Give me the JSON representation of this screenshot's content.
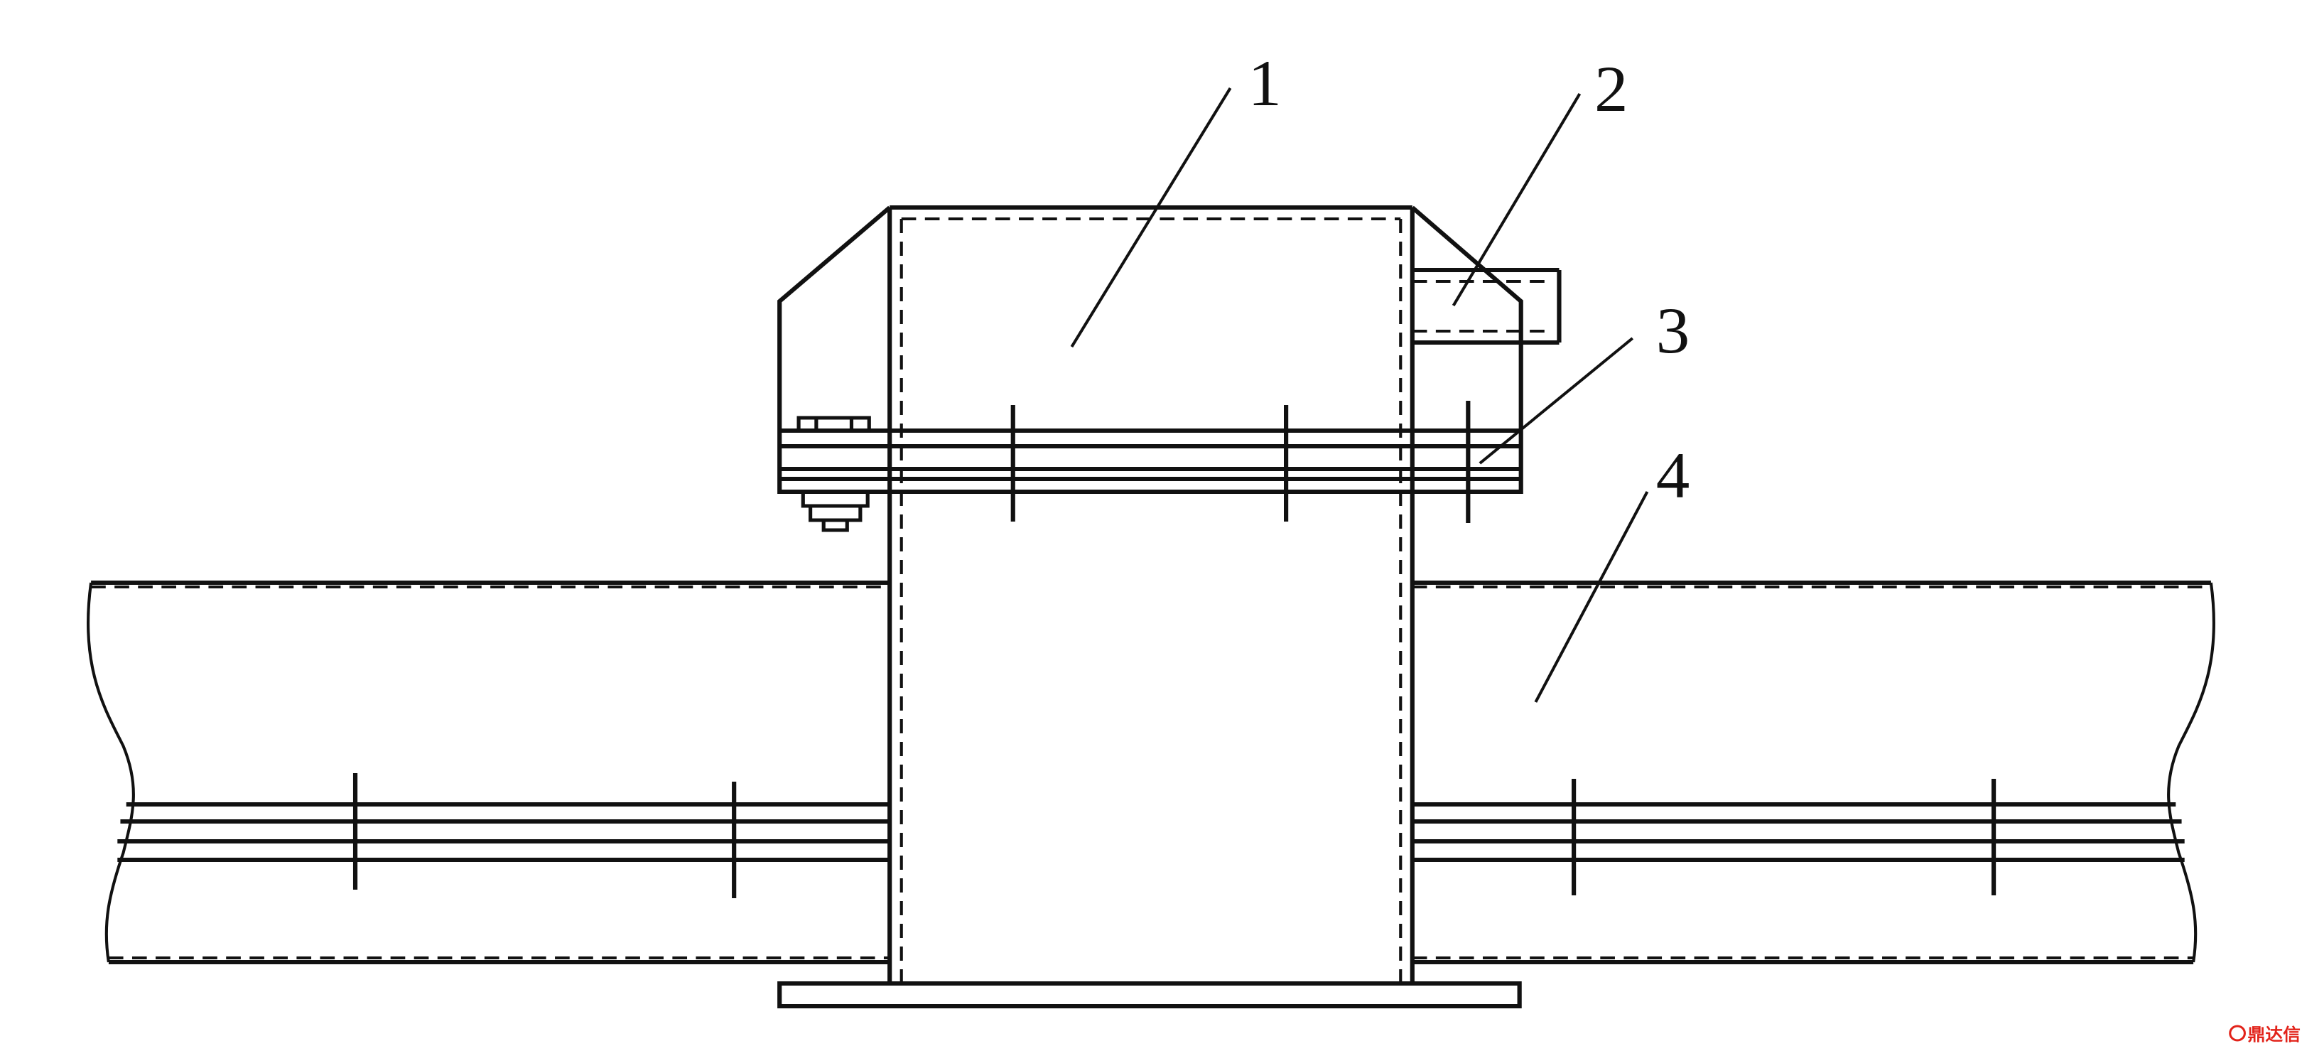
{
  "diagram": {
    "colors": {
      "line": "#111111",
      "background": "#ffffff",
      "watermark": "#e2231a"
    },
    "callouts": [
      {
        "id": "1",
        "label": "1"
      },
      {
        "id": "2",
        "label": "2"
      },
      {
        "id": "3",
        "label": "3"
      },
      {
        "id": "4",
        "label": "4"
      }
    ],
    "watermark": {
      "label": "鼎达信"
    }
  }
}
